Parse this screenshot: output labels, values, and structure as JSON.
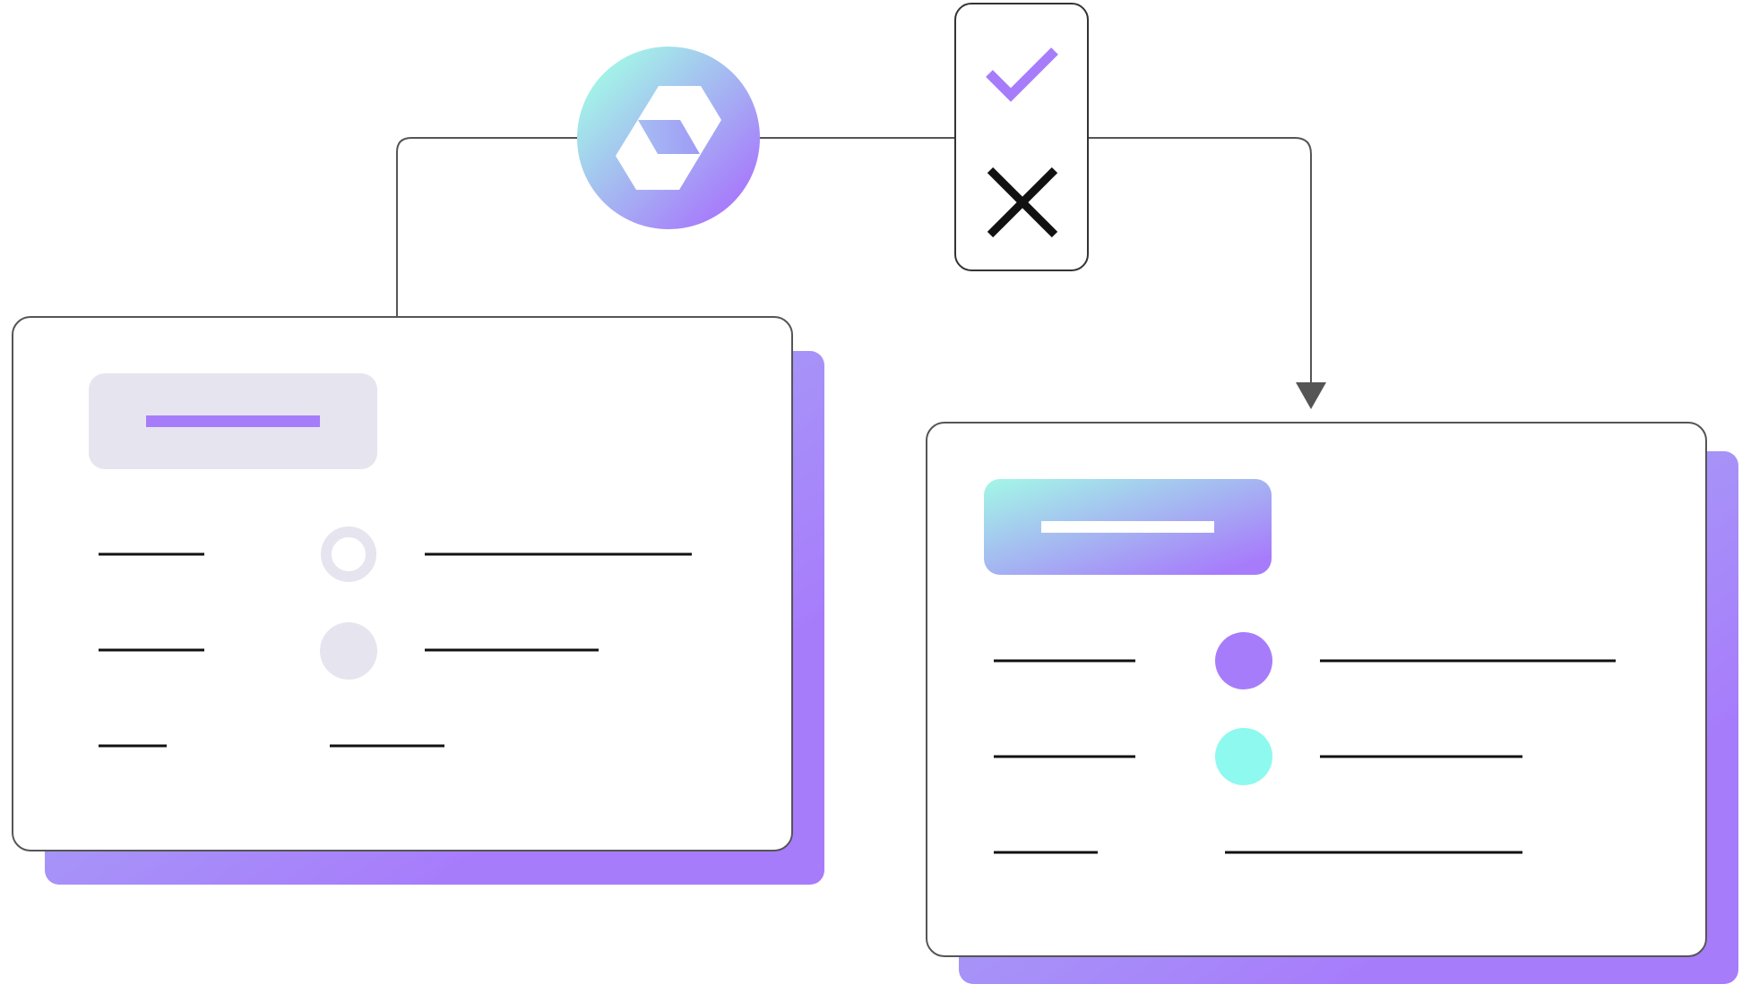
{
  "diagram": {
    "type": "workflow-illustration",
    "hub": {
      "icon": "hexagon-logo-icon",
      "gradient": [
        "#a3f1e8",
        "#a77cfb"
      ]
    },
    "decision": {
      "options": [
        {
          "icon": "check-icon",
          "color": "#a77cfb"
        },
        {
          "icon": "close-icon",
          "color": "#111111"
        }
      ]
    },
    "cards": {
      "before": {
        "header_color": "#e6e4ee",
        "header_bar_color": "#a77cfb",
        "shadow_gradient": [
          "#a6bdf2",
          "#a77cfb"
        ],
        "rows": [
          {
            "status": "empty-ring",
            "dot_color": "#e6e4ee"
          },
          {
            "status": "filled",
            "dot_color": "#e6e4ee"
          },
          {
            "status": "none"
          }
        ]
      },
      "after": {
        "header_gradient": [
          "#a3f1e8",
          "#a77cfb"
        ],
        "header_bar_color": "#ffffff",
        "shadow_gradient": [
          "#a6bdf2",
          "#a77cfb"
        ],
        "rows": [
          {
            "status": "filled",
            "dot_color": "#a77cfb"
          },
          {
            "status": "filled",
            "dot_color": "#8ef9ee"
          },
          {
            "status": "none"
          }
        ]
      }
    },
    "connector_color": "#555555"
  }
}
